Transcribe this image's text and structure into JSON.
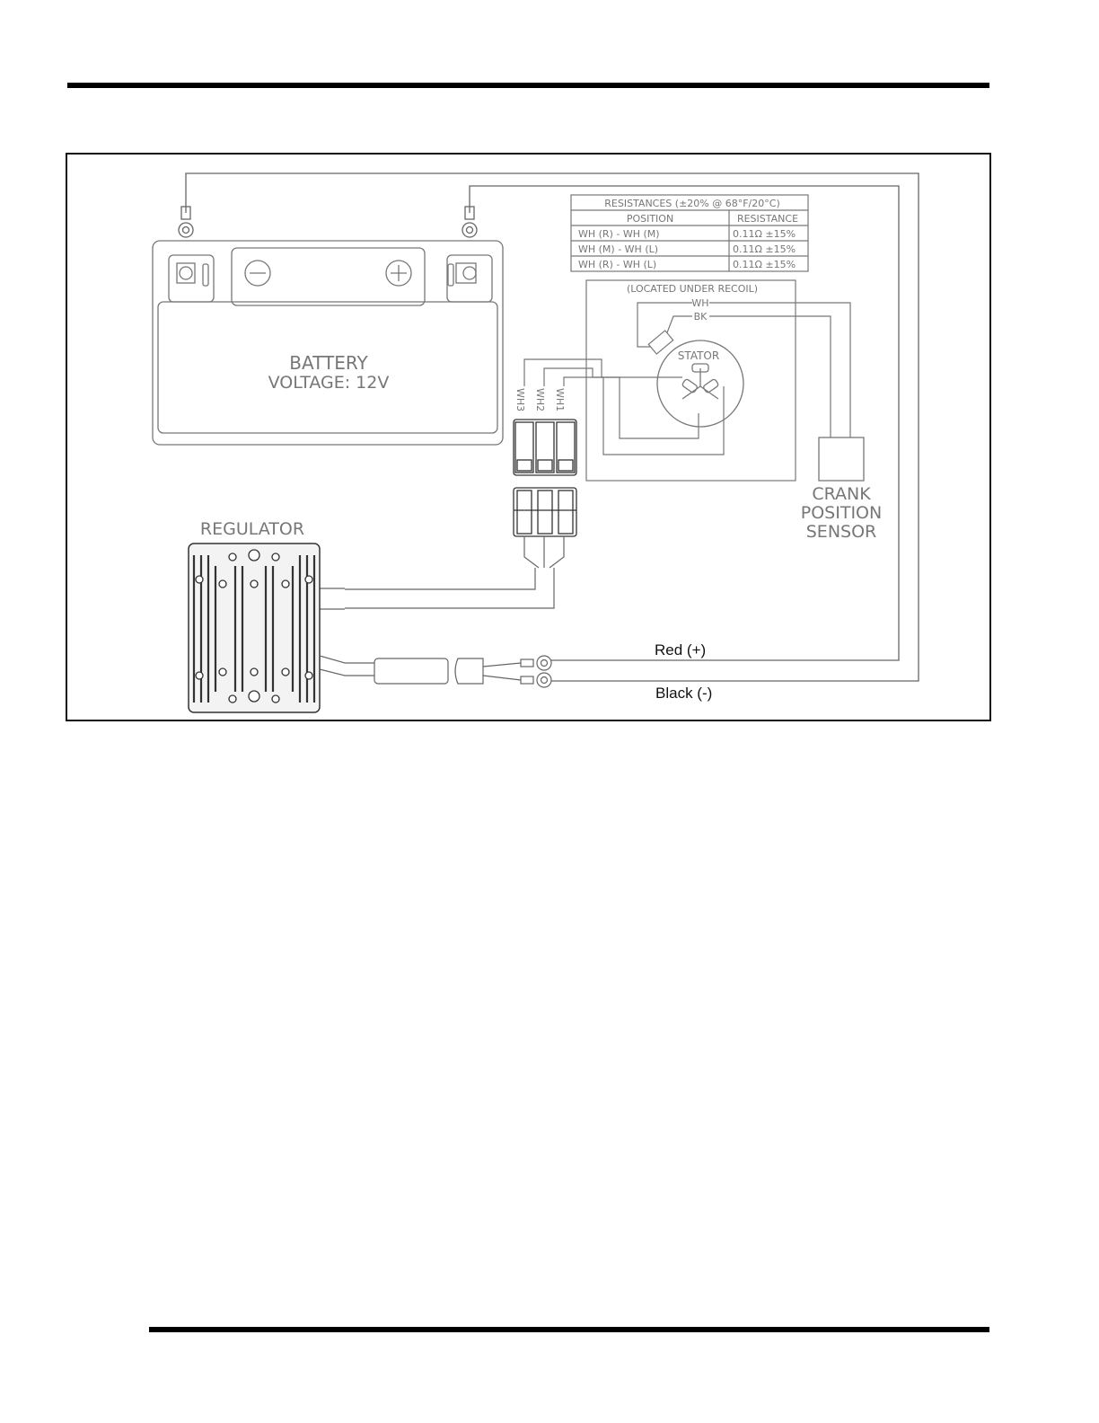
{
  "battery": {
    "line1": "BATTERY",
    "line2": "VOLTAGE: 12V"
  },
  "regulator": {
    "label": "REGULATOR"
  },
  "resistance_table": {
    "title": "RESISTANCES (±20% @ 68°F/20°C)",
    "headers": [
      "POSITION",
      "RESISTANCE"
    ],
    "rows": [
      {
        "position": "WH (R) - WH (M)",
        "resistance": "0.11Ω ±15%"
      },
      {
        "position": "WH (M) - WH (L)",
        "resistance": "0.11Ω ±15%"
      },
      {
        "position": "WH (R) - WH (L)",
        "resistance": "0.11Ω ±15%"
      }
    ]
  },
  "stator": {
    "location": "(LOCATED UNDER RECOIL)",
    "label": "STATOR",
    "wire_wh": "WH",
    "wire_bk": "BK"
  },
  "connector": {
    "wires": [
      "WH3",
      "WH2",
      "WH1"
    ]
  },
  "crank_sensor": {
    "line1": "CRANK",
    "line2": "POSITION",
    "line3": "SENSOR"
  },
  "leads": {
    "red": "Red (+)",
    "black": "Black (-)"
  }
}
